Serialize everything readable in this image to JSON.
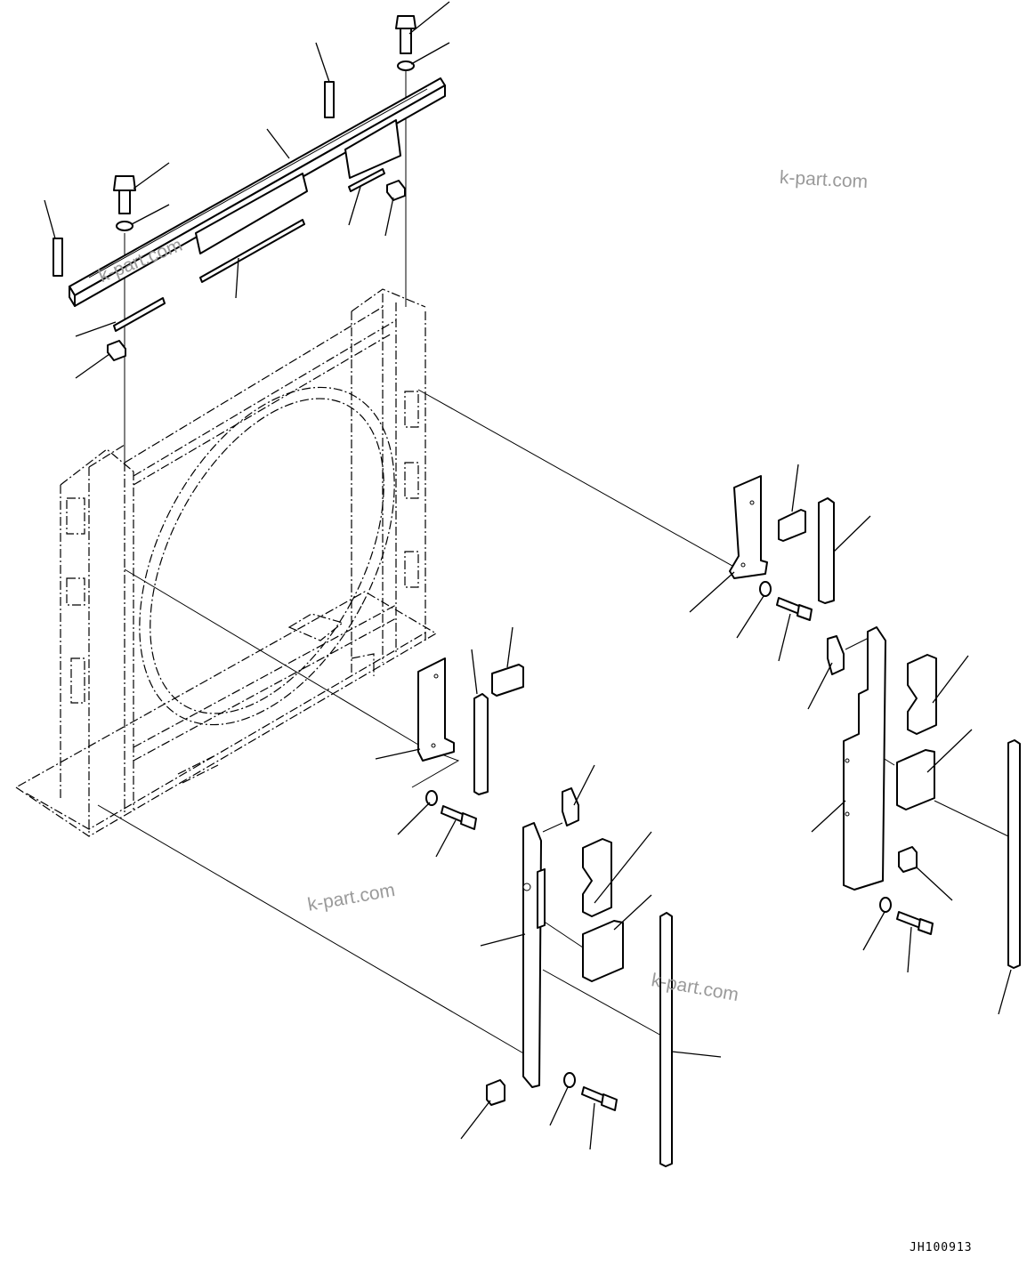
{
  "diagram": {
    "drawing_code": "JH100913",
    "watermarks": [
      "k-part.com",
      "k-part.com",
      "k-part.com",
      "k-part.com"
    ]
  }
}
